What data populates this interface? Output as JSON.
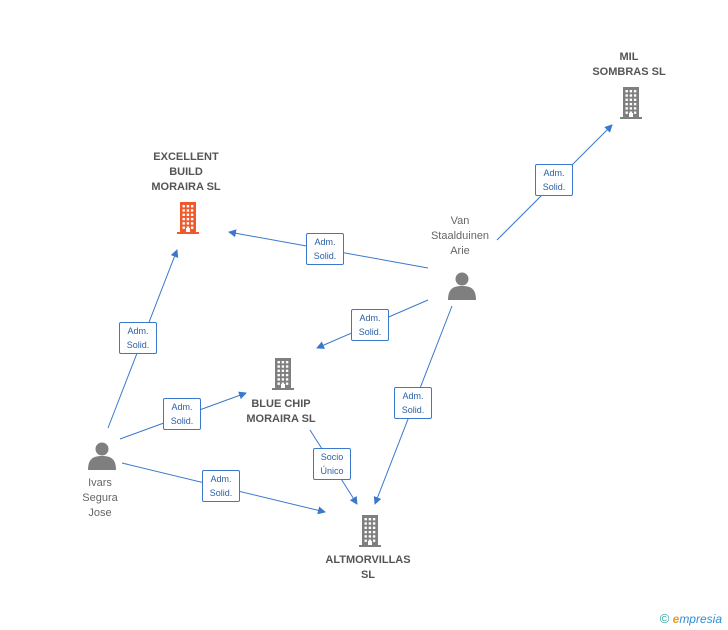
{
  "colors": {
    "edge": "#3a78cc",
    "company": "#7f7f7f",
    "focus_company": "#f0592a",
    "person": "#7f7f7f"
  },
  "nodes": {
    "excellent": {
      "label": "EXCELLENT\nBUILD\nMORAIRA  SL",
      "kind": "company",
      "focus": true
    },
    "mil": {
      "label": "MIL\nSOMBRAS  SL",
      "kind": "company"
    },
    "bluechip": {
      "label": "BLUE CHIP\nMORAIRA SL",
      "kind": "company"
    },
    "altmor": {
      "label": "ALTMORVILLAS\nSL",
      "kind": "company"
    },
    "van": {
      "label": "Van\nStaalduinen\nArie",
      "kind": "person"
    },
    "ivars": {
      "label": "Ivars\nSegura\nJose",
      "kind": "person"
    }
  },
  "edges": [
    {
      "from": "van",
      "to": "mil",
      "l1": "Adm.",
      "l2": "Solid."
    },
    {
      "from": "van",
      "to": "excellent",
      "l1": "Adm.",
      "l2": "Solid."
    },
    {
      "from": "van",
      "to": "bluechip",
      "l1": "Adm.",
      "l2": "Solid."
    },
    {
      "from": "van",
      "to": "altmor",
      "l1": "Adm.",
      "l2": "Solid."
    },
    {
      "from": "ivars",
      "to": "excellent",
      "l1": "Adm.",
      "l2": "Solid."
    },
    {
      "from": "ivars",
      "to": "bluechip",
      "l1": "Adm.",
      "l2": "Solid."
    },
    {
      "from": "ivars",
      "to": "altmor",
      "l1": "Adm.",
      "l2": "Solid."
    },
    {
      "from": "bluechip",
      "to": "altmor",
      "l1": "Socio",
      "l2": "Único"
    }
  ],
  "footer": {
    "copyright": "©",
    "brand_e": "e",
    "brand_rest": "mpresia"
  }
}
